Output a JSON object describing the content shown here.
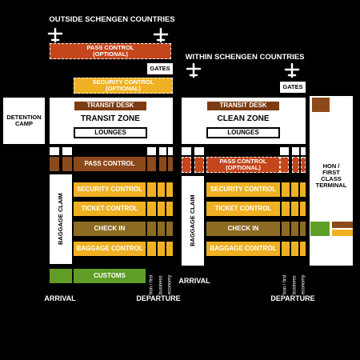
{
  "headers": {
    "outside": "OUTSIDE SCHENGEN COUNTRIES",
    "within": "WITHIN SCHENGEN COUNTRIES"
  },
  "left": {
    "pass_control_optional": "PASS CONTROL\n(OPTIONAL)",
    "gates": "GATES",
    "security_control_optional": "SECURITY CONTROL\n(OPTIONAL)",
    "transit_desk": "TRANSIT DESK",
    "zone": "TRANSIT ZONE",
    "lounges": "LOUNGES",
    "pass_control": "PASS CONTROL",
    "security_control": "SECURITY CONTROL",
    "ticket_control": "TICKET CONTROL",
    "check_in": "CHECK IN",
    "baggage_control": "BAGGAGE CONTROL",
    "customs": "CUSTOMS",
    "baggage_claim": "BAGGAGE CLAIM",
    "arrival": "ARRIVAL",
    "departure": "DEPARTURE",
    "lanes": [
      "hon / first",
      "business",
      "economy"
    ]
  },
  "right": {
    "gates": "GATES",
    "transit_desk": "TRANSIT DESK",
    "zone": "CLEAN ZONE",
    "lounges": "LOUNGES",
    "pass_control_optional": "PASS CONTROL\n(OPTIONAL)",
    "security_control": "SECURITY CONTROL",
    "ticket_control": "TICKET CONTROL",
    "check_in": "CHECK IN",
    "baggage_control": "BAGGAGE CONTROL",
    "baggage_claim": "BAGGAGE CLAIM",
    "arrival": "ARRIVAL",
    "departure": "DEPARTURE",
    "lanes": [
      "hon / first",
      "business",
      "economy"
    ]
  },
  "detention_camp": "DETENTION\nCAMP",
  "hon_terminal": "HON /\nFIRST\nCLASS\nTERMINAL",
  "colors": {
    "gold": "#efb123",
    "rust": "#c4461c",
    "brown": "#8c4a1a",
    "olive": "#8d6b23",
    "green": "#5f9e26",
    "dark_brown": "#7c3b12"
  }
}
